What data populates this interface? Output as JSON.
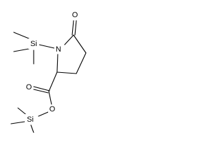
{
  "molecule": {
    "atoms": {
      "si_top": "Si",
      "n_ring": "N",
      "o_ketone": "O",
      "o_carbonyl": "O",
      "o_ester": "O",
      "si_bottom": "Si"
    }
  },
  "colors": {
    "bond": "#000000",
    "label": "#000000",
    "background": "#ffffff"
  }
}
